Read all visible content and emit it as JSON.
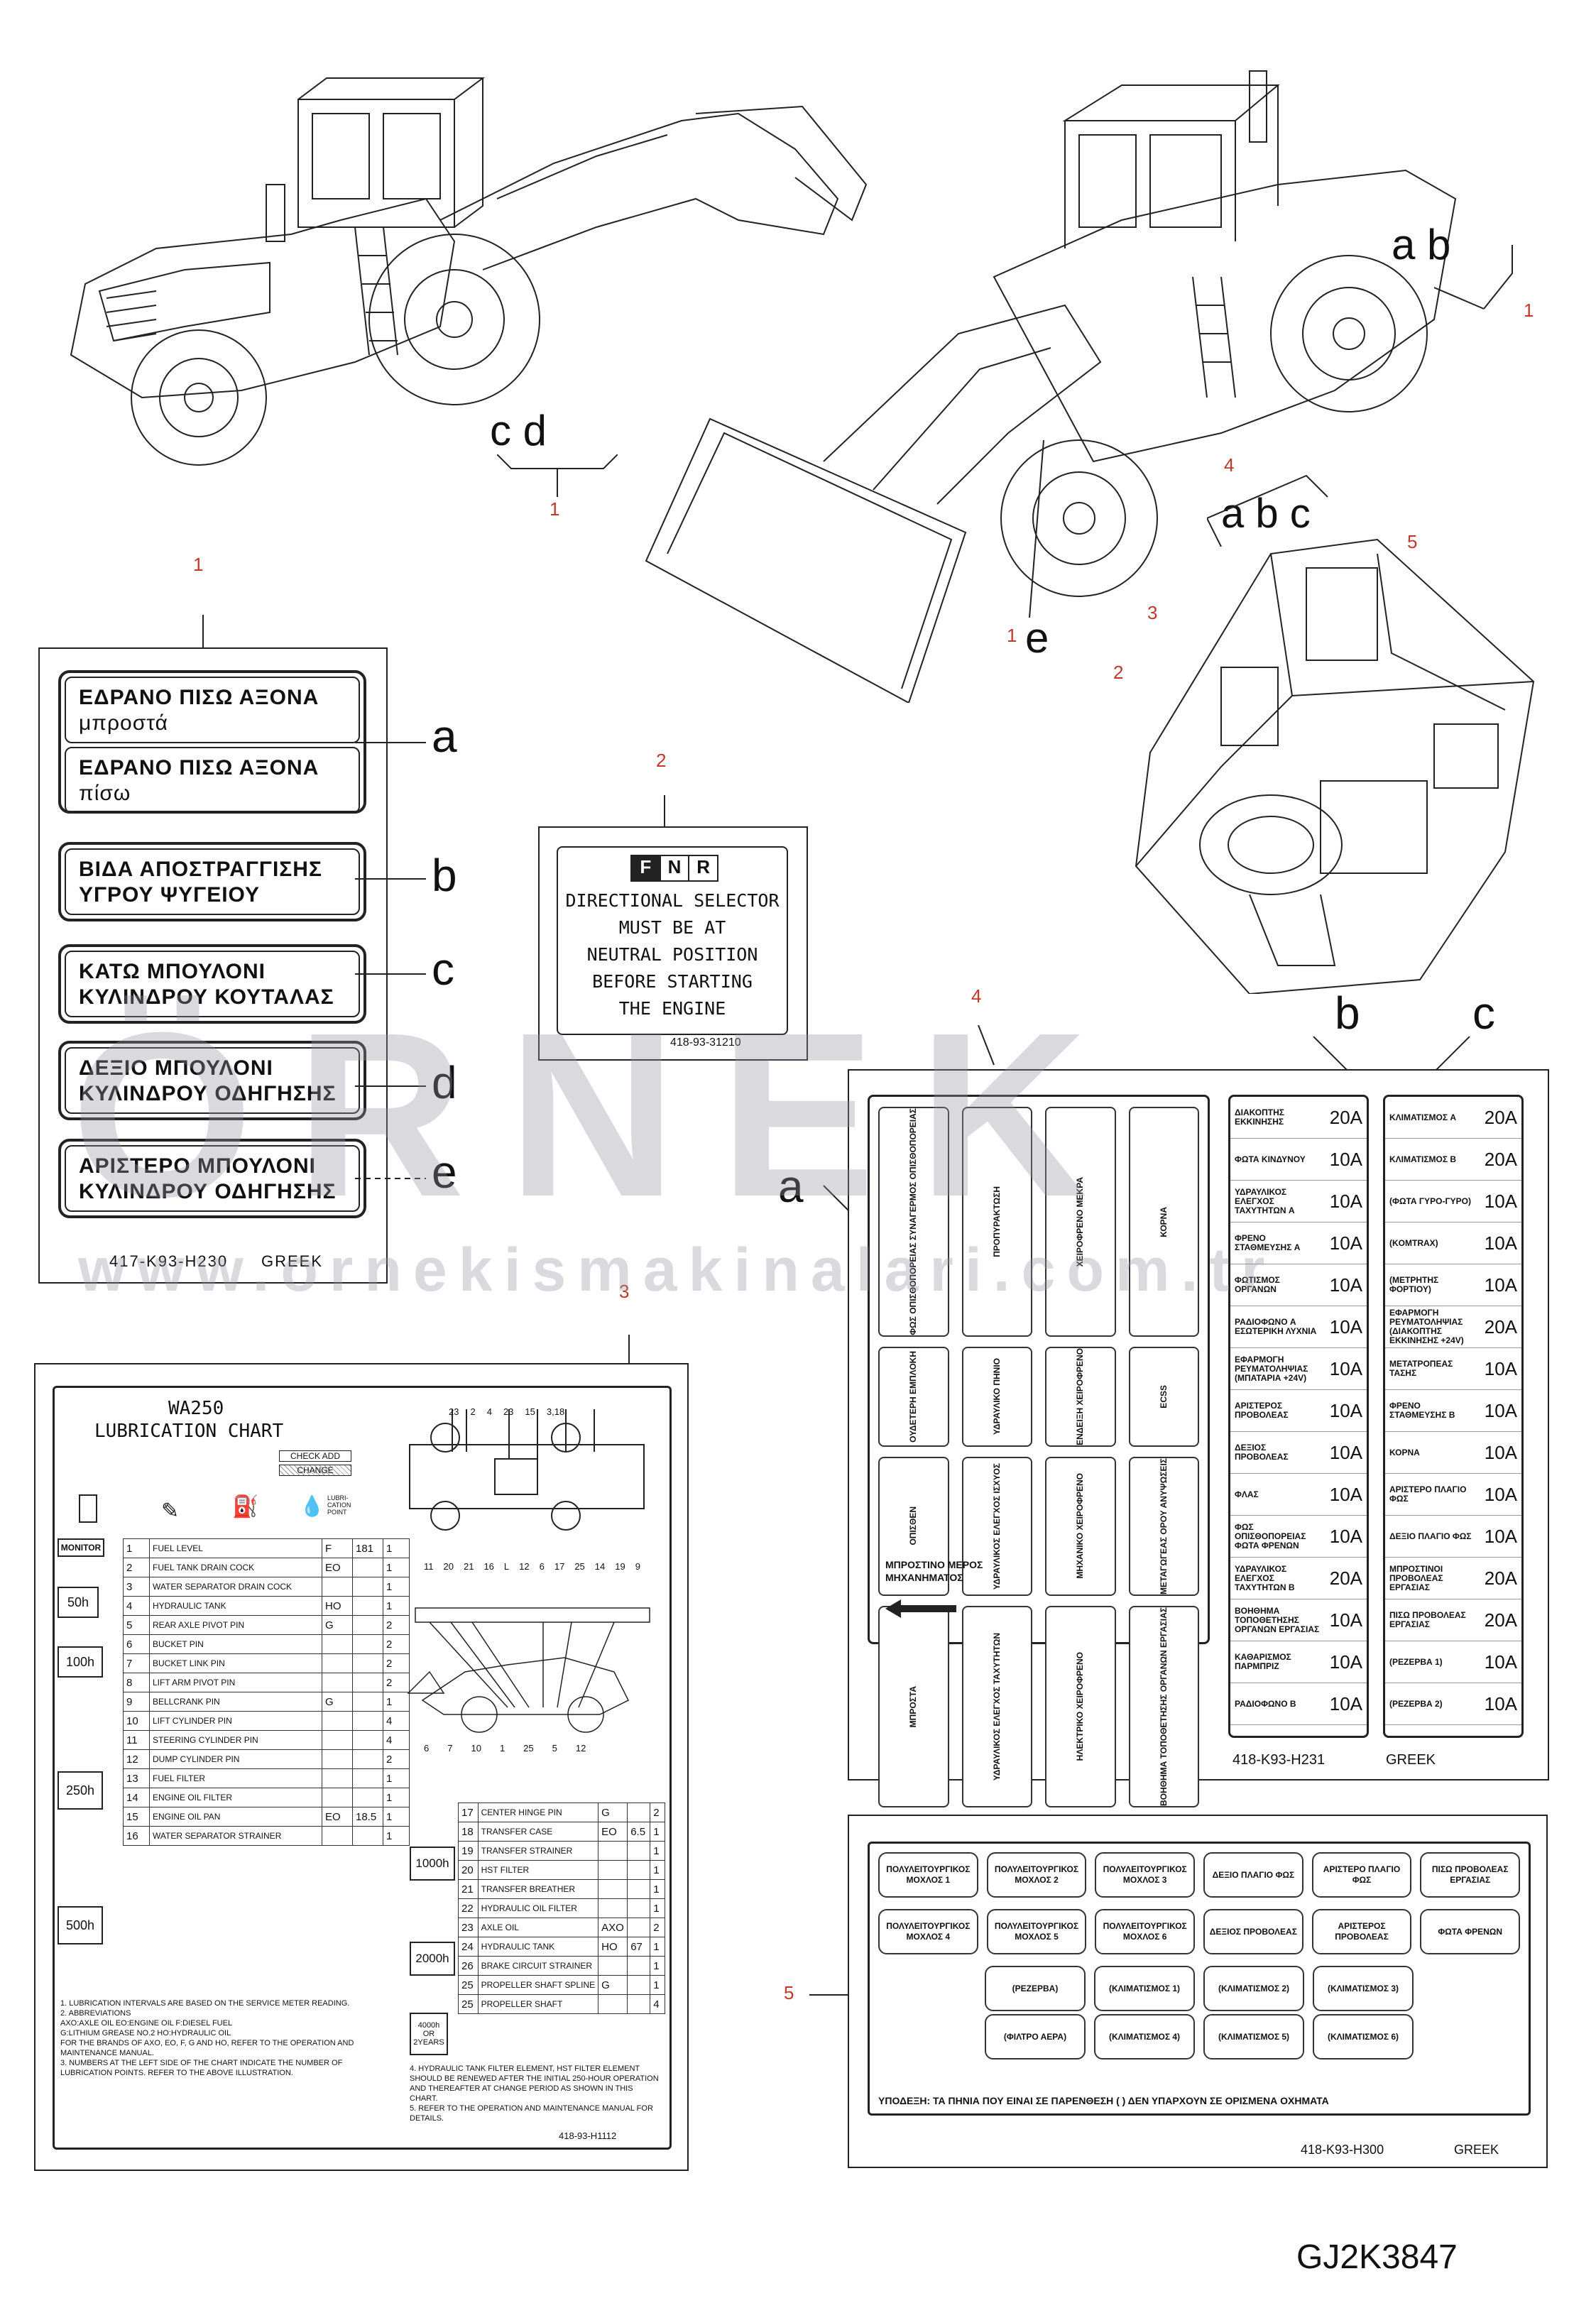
{
  "figure_code": "GJ2K3847",
  "watermark": {
    "brand": "ÖRNEK",
    "url": "www.ornekismakinalari.com.tr"
  },
  "overview": {
    "left_loader": {
      "letters": "c d",
      "callout": "1"
    },
    "right_loader": {
      "letters_ab": "a b",
      "callout_ab": "1",
      "letter_e": "e",
      "callout_e": "1"
    },
    "cab": {
      "callouts": [
        "4",
        "5",
        "3",
        "2"
      ],
      "letters": "a b c"
    }
  },
  "decal1": {
    "callout": "1",
    "labels": [
      {
        "letter": "a",
        "lines": [
          "ΕΔΡΑΝΟ ΠΙΣΩ ΑΞΟΝΑ",
          "μπροστά"
        ]
      },
      {
        "letter": "",
        "lines": [
          "ΕΔΡΑΝΟ ΠΙΣΩ ΑΞΟΝΑ",
          "πίσω"
        ]
      },
      {
        "letter": "b",
        "lines": [
          "ΒΙΔΑ ΑΠΟΣΤΡΑΓΓΙΣΗΣ",
          "ΥΓΡΟΥ ΨΥΓΕΙΟΥ"
        ]
      },
      {
        "letter": "c",
        "lines": [
          "ΚΑΤΩ ΜΠΟΥΛΟΝΙ",
          "ΚΥΛΙΝΔΡΟΥ ΚΟΥΤΑΛΑΣ"
        ]
      },
      {
        "letter": "d",
        "lines": [
          "ΔΕΞΙΟ ΜΠΟΥΛΟΝΙ",
          "ΚΥΛΙΝΔΡΟΥ ΟΔΗΓΗΣΗΣ"
        ]
      },
      {
        "letter": "e",
        "lines": [
          "ΑΡΙΣΤΕΡΟ ΜΠΟΥΛΟΝΙ",
          "ΚΥΛΙΝΔΡΟΥ ΟΔΗΓΗΣΗΣ"
        ]
      }
    ],
    "part_no": "417-K93-H230",
    "language": "GREEK"
  },
  "decal2": {
    "callout": "2",
    "fnr": [
      "F",
      "N",
      "R"
    ],
    "lines": [
      "DIRECTIONAL SELECTOR",
      "MUST BE AT",
      "NEUTRAL POSITION",
      "BEFORE STARTING",
      "THE ENGINE"
    ],
    "part_no": "418-93-31210"
  },
  "decal3": {
    "callout": "3",
    "title1": "WA250",
    "title2": "LUBRICATION CHART",
    "check_add": "CHECK ADD",
    "change": "CHANGE",
    "col_header": "LUBRI-CATION POINT",
    "monitor": "MONITOR",
    "intervals": [
      "50h",
      "100h",
      "250h",
      "500h",
      "1000h",
      "2000h",
      "4000h OR 2YEARS"
    ],
    "left_rows": [
      {
        "no": "1",
        "item": "FUEL LEVEL",
        "code": "F",
        "qty": "181",
        "pts": "1"
      },
      {
        "no": "2",
        "item": "FUEL TANK DRAIN COCK",
        "code": "EO",
        "qty": "",
        "pts": "1"
      },
      {
        "no": "3",
        "item": "WATER SEPARATOR DRAIN COCK",
        "code": "",
        "qty": "",
        "pts": "1"
      },
      {
        "no": "4",
        "item": "HYDRAULIC TANK",
        "code": "HO",
        "qty": "",
        "pts": "1"
      },
      {
        "no": "5",
        "item": "REAR AXLE PIVOT PIN",
        "code": "G",
        "qty": "",
        "pts": "2"
      },
      {
        "no": "6",
        "item": "BUCKET PIN",
        "code": "",
        "qty": "",
        "pts": "2"
      },
      {
        "no": "7",
        "item": "BUCKET LINK PIN",
        "code": "",
        "qty": "",
        "pts": "2"
      },
      {
        "no": "8",
        "item": "LIFT ARM PIVOT PIN",
        "code": "",
        "qty": "",
        "pts": "2"
      },
      {
        "no": "9",
        "item": "BELLCRANK PIN",
        "code": "G",
        "qty": "",
        "pts": "1"
      },
      {
        "no": "10",
        "item": "LIFT CYLINDER PIN",
        "code": "",
        "qty": "",
        "pts": "4"
      },
      {
        "no": "11",
        "item": "STEERING CYLINDER PIN",
        "code": "",
        "qty": "",
        "pts": "4"
      },
      {
        "no": "12",
        "item": "DUMP CYLINDER PIN",
        "code": "",
        "qty": "",
        "pts": "2"
      },
      {
        "no": "13",
        "item": "FUEL FILTER",
        "code": "",
        "qty": "",
        "pts": "1"
      },
      {
        "no": "14",
        "item": "ENGINE OIL FILTER",
        "code": "",
        "qty": "",
        "pts": "1"
      },
      {
        "no": "15",
        "item": "ENGINE OIL PAN",
        "code": "EO",
        "qty": "18.5",
        "pts": "1"
      },
      {
        "no": "16",
        "item": "WATER SEPARATOR STRAINER",
        "code": "",
        "qty": "",
        "pts": "1"
      }
    ],
    "right_rows": [
      {
        "no": "17",
        "item": "CENTER HINGE PIN",
        "code": "G",
        "qty": "",
        "pts": "2"
      },
      {
        "no": "18",
        "item": "TRANSFER CASE",
        "code": "EO",
        "qty": "6.5",
        "pts": "1"
      },
      {
        "no": "19",
        "item": "TRANSFER STRAINER",
        "code": "",
        "qty": "",
        "pts": "1"
      },
      {
        "no": "20",
        "item": "HST FILTER",
        "code": "",
        "qty": "",
        "pts": "1"
      },
      {
        "no": "21",
        "item": "TRANSFER BREATHER",
        "code": "",
        "qty": "",
        "pts": "1"
      },
      {
        "no": "22",
        "item": "HYDRAULIC OIL FILTER",
        "code": "",
        "qty": "",
        "pts": "1"
      },
      {
        "no": "23",
        "item": "AXLE OIL",
        "code": "AXO",
        "qty": "",
        "pts": "2"
      },
      {
        "no": "24",
        "item": "HYDRAULIC TANK",
        "code": "HO",
        "qty": "67",
        "pts": "1"
      },
      {
        "no": "26",
        "item": "BRAKE CIRCUIT STRAINER",
        "code": "",
        "qty": "",
        "pts": "1"
      },
      {
        "no": "25",
        "item": "PROPELLER SHAFT SPLINE",
        "code": "G",
        "qty": "",
        "pts": "1"
      },
      {
        "no": "25",
        "item": "PROPELLER SHAFT",
        "code": "",
        "qty": "",
        "pts": "4"
      }
    ],
    "top_callouts": [
      "23",
      "2",
      "4",
      "23",
      "15",
      "3,18"
    ],
    "mid_callouts": [
      "11",
      "20",
      "21",
      "16",
      "L",
      "12",
      "6",
      "17",
      "25",
      "14",
      "19",
      "9"
    ],
    "bot_callouts": [
      "6",
      "7",
      "10",
      "1",
      "25",
      "5",
      "12"
    ],
    "notes_left": [
      "1. LUBRICATION INTERVALS ARE BASED ON THE SERVICE METER READING.",
      "2. ABBREVIATIONS",
      "AXO:AXLE OIL    EO:ENGINE OIL    F:DIESEL FUEL",
      "G:LITHIUM GREASE NO.2    HO:HYDRAULIC OIL",
      "FOR THE BRANDS OF AXO, EO, F, G AND HO, REFER TO THE OPERATION AND MAINTENANCE MANUAL.",
      "3. NUMBERS AT THE LEFT SIDE OF THE CHART INDICATE THE NUMBER OF LUBRICATION POINTS. REFER TO THE ABOVE ILLUSTRATION."
    ],
    "notes_right": [
      "4. HYDRAULIC TANK FILTER ELEMENT, HST FILTER ELEMENT SHOULD BE RENEWED AFTER THE INITIAL 250-HOUR OPERATION AND THEREAFTER AT CHANGE PERIOD AS SHOWN IN THIS CHART.",
      "5. REFER TO THE OPERATION AND MAINTENANCE MANUAL FOR DETAILS."
    ],
    "part_no": "418-93-H1112"
  },
  "decal4": {
    "callout": "4",
    "letters": [
      "a",
      "b",
      "c"
    ],
    "panel_a_boxes": [
      "ΦΩΣ ΟΠΙΣΘΟΠΟΡΕΙΑΣ ΣΥΝΑΓΕΡΜΟΣ ΟΠΙΣΘΟΠΟΡΕΙΑΣ",
      "ΠΡΟΠΥΡΑΚΤΩΣΗ",
      "ΧΕΙΡΟΦΡΕΝΟ ΜΕΚΡΑ",
      "ΚΟΡΝΑ",
      "ΟΥΔΕΤΕΡΗ ΕΜΠΛΟΚΗ",
      "ΥΔΡΑΥΛΙΚΟ ΠΗΝΙΟ",
      "ΕΝΔΕΙΞΗ ΧΕΙΡΟΦΡΕΝΟ",
      "ECSS",
      "ΟΠΙΣΘΕΝ",
      "ΥΔΡΑΥΛΙΚΟΣ ΕΛΕΓΧΟΣ ΙΣΧΥΟΣ",
      "ΜΗΧΑΝΙΚΟ ΧΕΙΡΟΦΡΕΝΟ",
      "ΜΕΤΑΓΩΓΕΑΣ ΟΡΟΥ ΑΝΥΨΩΣΕΙΣ",
      "ΜΠΡΟΣΤΑ",
      "ΥΔΡΑΥΛΙΚΟΣ ΕΛΕΓΧΟΣ ΤΑΧΥΤΗΤΩΝ",
      "ΗΛΕΚΤΡΙΚΟ ΧΕΙΡΟΦΡΕΝΟ",
      "ΒΟΗΘΗΜΑ ΤΟΠΟΘΕΤΗΣΗΣ ΟΡΓΑΝΩΝ ΕΡΓΑΣΙΑΣ"
    ],
    "front_label_1": "ΜΠΡΟΣΤΙΝΟ ΜΕΡΟΣ",
    "front_label_2": "ΜΗΧΑΝΗΜΑΤΟΣ",
    "fuses_b": [
      {
        "label": "ΔΙΑΚΟΠΤΗΣ ΕΚΚΙΝΗΣΗΣ",
        "val": "20A"
      },
      {
        "label": "ΦΩΤΑ ΚΙΝΔΥΝΟΥ",
        "val": "10A"
      },
      {
        "label": "ΥΔΡΑΥΛΙΚΟΣ ΕΛΕΓΧΟΣ ΤΑΧΥΤΗΤΩΝ A",
        "val": "10A"
      },
      {
        "label": "ΦΡΕΝΟ ΣΤΑΘΜΕΥΣΗΣ A",
        "val": "10A"
      },
      {
        "label": "ΦΩΤΙΣΜΟΣ ΟΡΓΑΝΩΝ",
        "val": "10A"
      },
      {
        "label": "ΡΑΔΙΟΦΩΝΟ A ΕΣΩΤΕΡΙΚΗ ΛΥΧΝΙΑ",
        "val": "10A"
      },
      {
        "label": "ΕΦΑΡΜΟΓΗ ΡΕΥΜΑΤΟΛΗΨΙΑΣ (ΜΠΑΤΑΡΙΑ +24V)",
        "val": "10A"
      },
      {
        "label": "ΑΡΙΣΤΕΡΟΣ ΠΡΟΒΟΛΕΑΣ",
        "val": "10A"
      },
      {
        "label": "ΔΕΞΙΟΣ ΠΡΟΒΟΛΕΑΣ",
        "val": "10A"
      },
      {
        "label": "ΦΛΑΣ",
        "val": "10A"
      },
      {
        "label": "ΦΩΣ ΟΠΙΣΘΟΠΟΡΕΙΑΣ ΦΩΤΑ ΦΡΕΝΩΝ",
        "val": "10A"
      },
      {
        "label": "ΥΔΡΑΥΛΙΚΟΣ ΕΛΕΓΧΟΣ ΤΑΧΥΤΗΤΩΝ B",
        "val": "20A"
      },
      {
        "label": "ΒΟΗΘΗΜΑ ΤΟΠΟΘΕΤΗΣΗΣ ΟΡΓΑΝΩΝ ΕΡΓΑΣΙΑΣ",
        "val": "10A"
      },
      {
        "label": "ΚΑΘΑΡΙΣΜΟΣ ΠΑΡΜΠΡΙΖ",
        "val": "10A"
      },
      {
        "label": "ΡΑΔΙΟΦΩΝΟ B",
        "val": "10A"
      }
    ],
    "fuses_c": [
      {
        "label": "ΚΛΙΜΑΤΙΣΜΟΣ A",
        "val": "20A"
      },
      {
        "label": "ΚΛΙΜΑΤΙΣΜΟΣ B",
        "val": "20A"
      },
      {
        "label": "(ΦΩΤΑ ΓΥΡΟ-ΓΥΡΟ)",
        "val": "10A"
      },
      {
        "label": "(KOMTRAX)",
        "val": "10A"
      },
      {
        "label": "(ΜΕΤΡΗΤΗΣ ΦΟΡΤΙΟΥ)",
        "val": "10A"
      },
      {
        "label": "ΕΦΑΡΜΟΓΗ ΡΕΥΜΑΤΟΛΗΨΙΑΣ (ΔΙΑΚΟΠΤΗΣ ΕΚΚΙΝΗΣΗΣ +24V)",
        "val": "20A"
      },
      {
        "label": "ΜΕΤΑΤΡΟΠΕΑΣ ΤΑΣΗΣ",
        "val": "10A"
      },
      {
        "label": "ΦΡΕΝΟ ΣΤΑΘΜΕΥΣΗΣ B",
        "val": "10A"
      },
      {
        "label": "ΚΟΡΝΑ",
        "val": "10A"
      },
      {
        "label": "ΑΡΙΣΤΕΡΟ ΠΛΑΓΙΟ ΦΩΣ",
        "val": "10A"
      },
      {
        "label": "ΔΕΞΙΟ ΠΛΑΓΙΟ ΦΩΣ",
        "val": "10A"
      },
      {
        "label": "ΜΠΡΟΣΤΙΝΟΙ ΠΡΟΒΟΛΕΑΣ ΕΡΓΑΣΙΑΣ",
        "val": "20A"
      },
      {
        "label": "ΠΙΣΩ ΠΡΟΒΟΛΕΑΣ ΕΡΓΑΣΙΑΣ",
        "val": "20A"
      },
      {
        "label": "(ΡΕΖΕΡΒΑ 1)",
        "val": "10A"
      },
      {
        "label": "(ΡΕΖΕΡΒΑ 2)",
        "val": "10A"
      }
    ],
    "part_no": "418-K93-H231",
    "language": "GREEK"
  },
  "decal5": {
    "callout": "5",
    "row1": [
      "ΠΟΛΥΛΕΙΤΟΥΡΓΙΚΟΣ ΜΟΧΛΟΣ 1",
      "ΠΟΛΥΛΕΙΤΟΥΡΓΙΚΟΣ ΜΟΧΛΟΣ 2",
      "ΠΟΛΥΛΕΙΤΟΥΡΓΙΚΟΣ ΜΟΧΛΟΣ 3",
      "ΔΕΞΙΟ ΠΛΑΓΙΟ ΦΩΣ",
      "ΑΡΙΣΤΕΡΟ ΠΛΑΓΙΟ ΦΩΣ",
      "ΠΙΣΩ ΠΡΟΒΟΛΕΑΣ ΕΡΓΑΣΙΑΣ"
    ],
    "row2": [
      "ΠΟΛΥΛΕΙΤΟΥΡΓΙΚΟΣ ΜΟΧΛΟΣ 4",
      "ΠΟΛΥΛΕΙΤΟΥΡΓΙΚΟΣ ΜΟΧΛΟΣ 5",
      "ΠΟΛΥΛΕΙΤΟΥΡΓΙΚΟΣ ΜΟΧΛΟΣ 6",
      "ΔΕΞΙΟΣ ΠΡΟΒΟΛΕΑΣ",
      "ΑΡΙΣΤΕΡΟΣ ΠΡΟΒΟΛΕΑΣ",
      "ΦΩΤΑ ΦΡΕΝΩΝ"
    ],
    "row3": [
      "(ΡΕΖΕΡΒΑ)",
      "(ΚΛΙΜΑΤΙΣΜΟΣ 1)",
      "(ΚΛΙΜΑΤΙΣΜΟΣ 2)",
      "(ΚΛΙΜΑΤΙΣΜΟΣ 3)"
    ],
    "row4": [
      "(ΦΙΛΤΡΟ ΑΕΡΑ)",
      "(ΚΛΙΜΑΤΙΣΜΟΣ 4)",
      "(ΚΛΙΜΑΤΙΣΜΟΣ 5)",
      "(ΚΛΙΜΑΤΙΣΜΟΣ 6)"
    ],
    "note": "ΥΠΟΔΕΞΗ: ΤΑ ΠΗΝΙΑ ΠΟΥ ΕΙΝΑΙ ΣΕ ΠΑΡΕΝΘΕΣΗ ( ) ΔΕΝ ΥΠΑΡΧΟΥΝ ΣΕ ΟΡΙΣΜΕΝΑ ΟΧΗΜΑΤΑ",
    "part_no": "418-K93-H300",
    "language": "GREEK"
  }
}
